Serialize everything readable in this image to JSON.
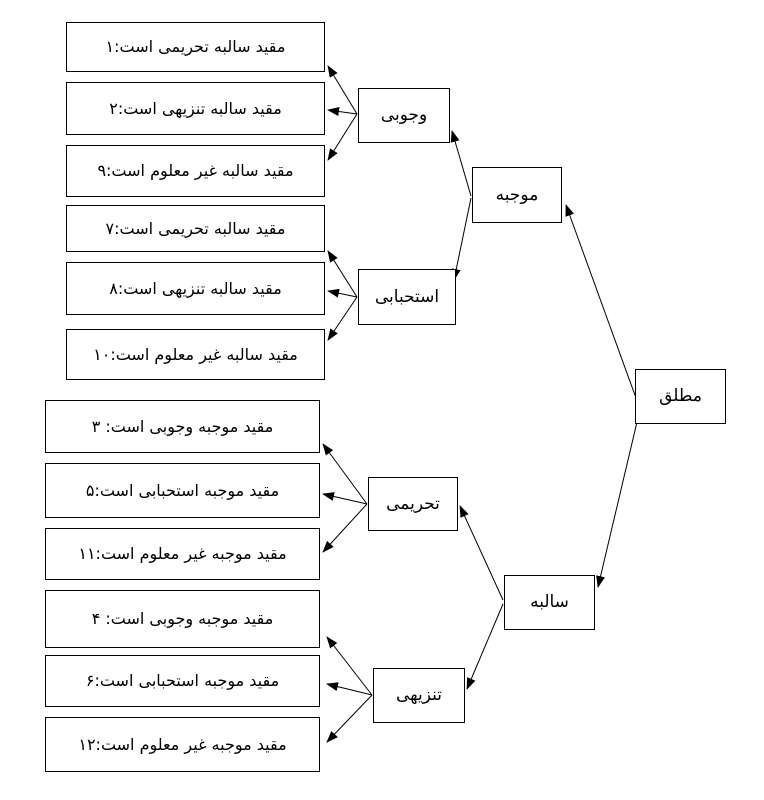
{
  "diagram": {
    "type": "hierarchy-tree",
    "text_direction": "rtl",
    "colors": {
      "background": "#ffffff",
      "box_fill": "#ffffff",
      "box_border": "#000000",
      "text": "#000000",
      "connector": "#000000"
    },
    "nodes": {
      "root": {
        "id": "motlagh",
        "label": "مطلق"
      },
      "branches": [
        {
          "id": "mojabeh",
          "label": "موجبه",
          "parent": "motlagh"
        },
        {
          "id": "salbeh",
          "label": "سالبه",
          "parent": "motlagh"
        }
      ],
      "subbranches": [
        {
          "id": "vojubi",
          "label": "وجوبی",
          "parent": "mojabeh"
        },
        {
          "id": "estehbabi",
          "label": "استحبابی",
          "parent": "mojabeh"
        },
        {
          "id": "tahrimi",
          "label": "تحریمی",
          "parent": "salbeh"
        },
        {
          "id": "tanzihi",
          "label": "تنزیهی",
          "parent": "salbeh"
        }
      ],
      "leaves": [
        {
          "label": "مقید سالبه تحریمی است:۱",
          "parent": "vojubi"
        },
        {
          "label": "مقید سالبه تنزیهی است:۲",
          "parent": "vojubi"
        },
        {
          "label": "مقید سالبه غیر معلوم است:۹",
          "parent": "vojubi"
        },
        {
          "label": "مقید سالبه تحریمی است:۷",
          "parent": "estehbabi"
        },
        {
          "label": "مقید سالبه تنزیهی است:۸",
          "parent": "estehbabi"
        },
        {
          "label": "مقید سالبه غیر معلوم است:۱۰",
          "parent": "estehbabi"
        },
        {
          "label": "مقید موجبه وجوبی است: ۳",
          "parent": "tahrimi"
        },
        {
          "label": "مقید موجبه استحبابی است:۵",
          "parent": "tahrimi"
        },
        {
          "label": "مقید موجبه غیر معلوم است:۱۱",
          "parent": "tahrimi"
        },
        {
          "label": "مقید موجبه وجوبی است: ۴",
          "parent": "tanzihi"
        },
        {
          "label": "مقید موجبه استحبابی است:۶",
          "parent": "tanzihi"
        },
        {
          "label": "مقید موجبه غیر معلوم است:۱۲",
          "parent": "tanzihi"
        }
      ]
    }
  }
}
